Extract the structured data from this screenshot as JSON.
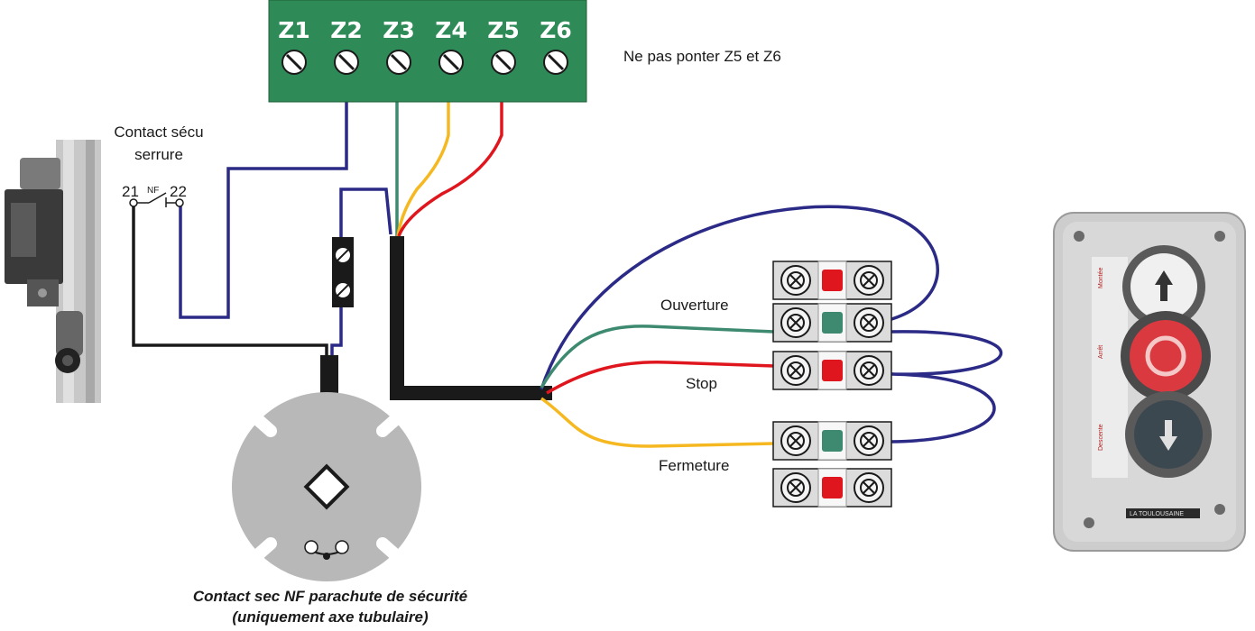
{
  "terminal_block": {
    "terminals": [
      "Z1",
      "Z2",
      "Z3",
      "Z4",
      "Z5",
      "Z6"
    ],
    "color": "#2e8b57"
  },
  "notes": {
    "no_bridge": "Ne pas ponter Z5 et Z6"
  },
  "lock_contact": {
    "title_line1": "Contact sécu",
    "title_line2": "serrure",
    "pin_left": "21",
    "pin_type": "NF",
    "pin_right": "22"
  },
  "pushbutton_labels": {
    "open": "Ouverture",
    "stop": "Stop",
    "close": "Fermeture"
  },
  "pushbutton_box": {
    "button_up_label": "Montée",
    "button_stop_label": "Arrêt",
    "button_down_label": "Descente",
    "brand": "LA TOULOUSAINE"
  },
  "safety_contact": {
    "caption_line1": "Contact sec NF parachute de sécurité",
    "caption_line2": "(uniquement axe tubulaire)"
  },
  "wire_colors": {
    "blue": "#2b2a86",
    "green": "#3d8a70",
    "yellow": "#f5b820",
    "red": "#e0161e",
    "black": "#1a1a1a"
  },
  "icons": [
    "terminal-screw-icon",
    "up-arrow-icon",
    "stop-icon",
    "down-arrow-icon"
  ]
}
